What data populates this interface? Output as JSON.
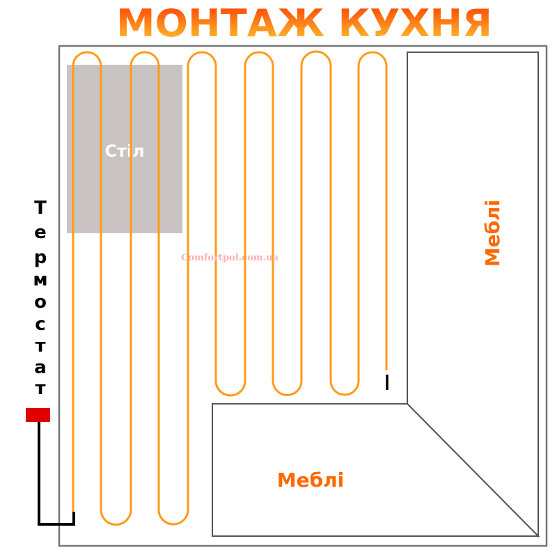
{
  "title": "МОНТАЖ КУХНЯ",
  "table_label": "Стіл",
  "furniture_right_label": "Меблі",
  "furniture_bottom_label": "Меблі",
  "thermostat_letters": [
    "Т",
    "е",
    "р",
    "м",
    "о",
    "с",
    "т",
    "а",
    "т"
  ],
  "watermark": "Comfortpol.com.ua",
  "colors": {
    "cable": "#ff9a1a",
    "title_top": "#ff3a00",
    "title_bottom": "#ffc830",
    "thermostat": "#e00000",
    "label": "#ff6a00"
  }
}
